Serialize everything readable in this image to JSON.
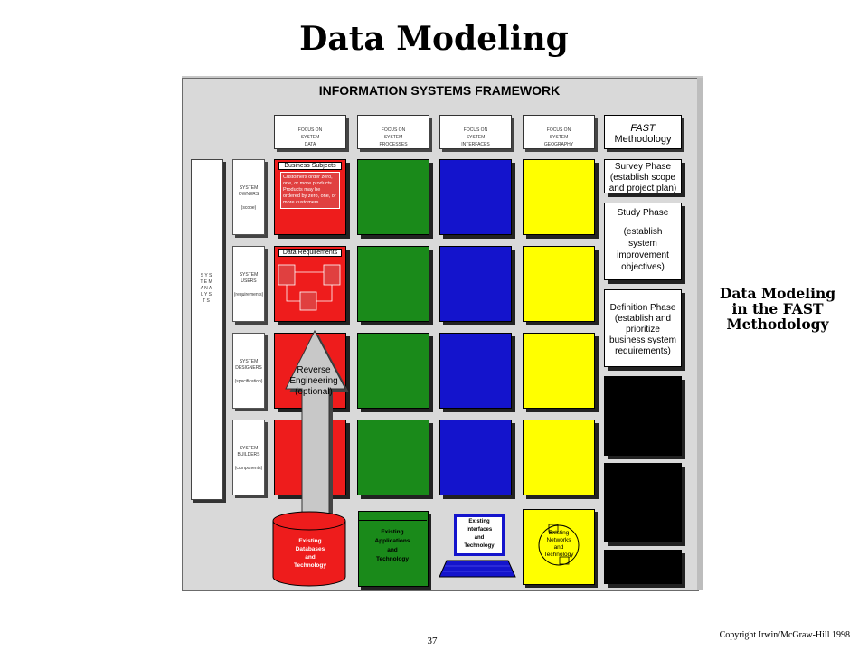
{
  "title": "Data Modeling",
  "side_title_lines": [
    "Data Modeling",
    "in the FAST",
    "Methodology"
  ],
  "page_number": "37",
  "copyright": "Copyright Irwin/McGraw-Hill 1998",
  "framework": {
    "title": "INFORMATION SYSTEMS FRAMEWORK",
    "focus": [
      {
        "l1": "FOCUS ON",
        "l2": "SYSTEM",
        "l3": "DATA"
      },
      {
        "l1": "FOCUS ON",
        "l2": "SYSTEM",
        "l3": "PROCESSES"
      },
      {
        "l1": "FOCUS ON",
        "l2": "SYSTEM",
        "l3": "INTERFACES"
      },
      {
        "l1": "FOCUS ON",
        "l2": "SYSTEM",
        "l3": "GEOGRAPHY"
      }
    ],
    "fast_head": {
      "l1": "FAST",
      "l2": "Methodology"
    },
    "system_analysts": "S Y S T E M   A N A L Y S T S",
    "rows": [
      {
        "l1": "SYSTEM",
        "l2": "OWNERS",
        "l3": "(scope)"
      },
      {
        "l1": "SYSTEM",
        "l2": "USERS",
        "l3": "(requirements)"
      },
      {
        "l1": "SYSTEM",
        "l2": "DESIGNERS",
        "l3": "(specification)"
      },
      {
        "l1": "SYSTEM",
        "l2": "BUILDERS",
        "l3": "(components)"
      }
    ],
    "business_subjects": {
      "title": "Business Subjects",
      "text": "Customers order zero, one, or more products. Products may be ordered by zero, one, or more customers."
    },
    "data_requirements": {
      "title": "Data Requirements"
    },
    "reverse_eng": {
      "l1": "Reverse",
      "l2": "Engineering",
      "l3": "(optional)"
    },
    "phases": [
      {
        "lines": [
          "Survey Phase",
          "(establish scope",
          "and project plan)"
        ]
      },
      {
        "lines": [
          "Study Phase",
          "",
          "(establish",
          "system",
          "improvement",
          "objectives)"
        ]
      },
      {
        "lines": [
          "Definition Phase",
          "(establish and",
          "prioritize",
          "business system",
          "requirements)"
        ]
      }
    ],
    "bottom": {
      "db": {
        "l1": "Existing",
        "l2": "Databases",
        "l3": "and",
        "l4": "Technology"
      },
      "apps": {
        "l1": "Existing",
        "l2": "Applications",
        "l3": "and",
        "l4": "Technology"
      },
      "interfaces": {
        "l1": "Existing",
        "l2": "Interfaces",
        "l3": "and",
        "l4": "Technology"
      },
      "networks": {
        "l1": "Existing",
        "l2": "Networks",
        "l3": "and",
        "l4": "Technology"
      }
    }
  },
  "colors": {
    "data_column": "#ee1c1c",
    "process_column": "#1a8a1a",
    "interface_column": "#1414cc",
    "geography_column": "#ffff00",
    "phase_dark": "#000000"
  }
}
